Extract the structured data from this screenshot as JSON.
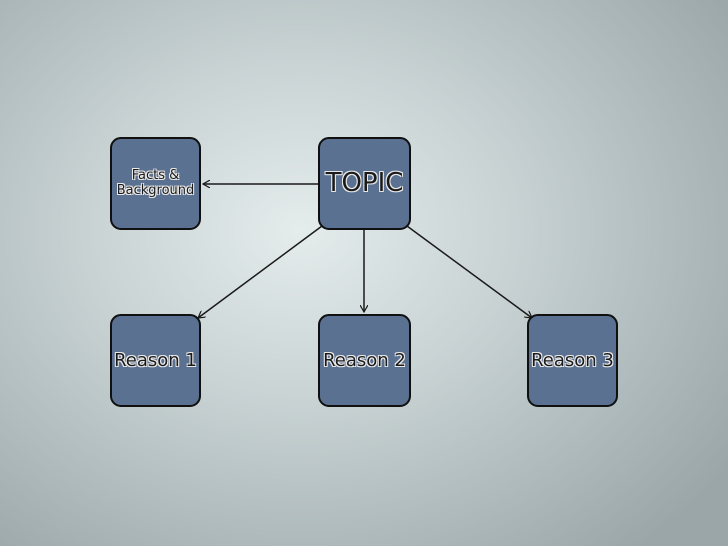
{
  "diagram": {
    "topic": "TOPIC",
    "facts": "Facts & Background",
    "reason_1": "Reason 1",
    "reason_2": "Reason 2",
    "reason_3": "Reason 3"
  },
  "colors": {
    "node_fill": "#5a7191",
    "node_border": "#101010",
    "arrow": "#1a1a1a"
  },
  "edges": [
    {
      "from": "topic",
      "to": "facts"
    },
    {
      "from": "topic",
      "to": "reason_1"
    },
    {
      "from": "topic",
      "to": "reason_2"
    },
    {
      "from": "topic",
      "to": "reason_3"
    }
  ]
}
